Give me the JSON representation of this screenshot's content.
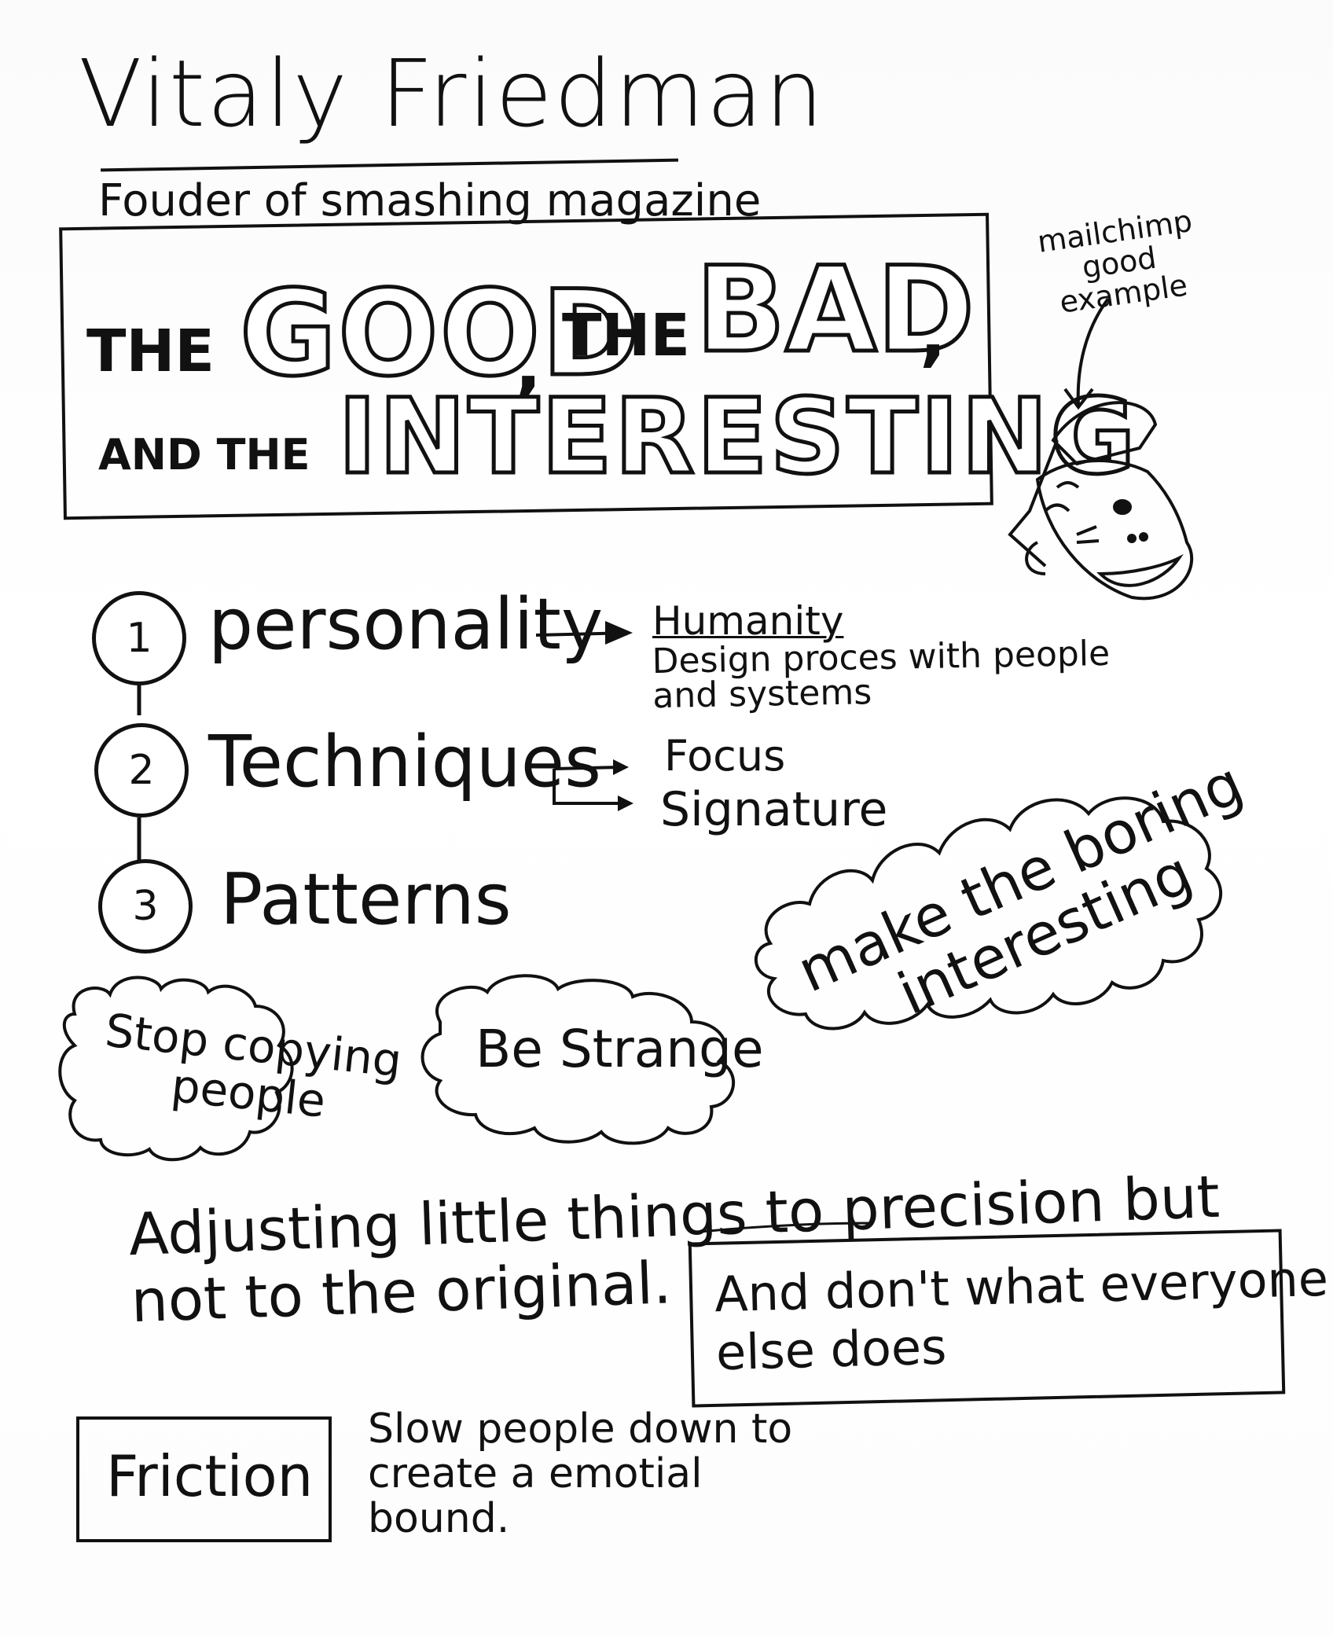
{
  "header": {
    "name": "Vitaly Friedman",
    "subtitle": "Fouder of smashing magazine"
  },
  "banner": {
    "the_1": "THE",
    "good": "GOOD",
    "comma_1": ",",
    "the_2": "THE",
    "bad": "BAD",
    "comma_2": ",",
    "and_the": "AND THE",
    "interesting": "INTERESTING"
  },
  "side_note": {
    "text": "mailchimp\ngood\nexample",
    "illustration_icon": "mailchimp-monkey-icon"
  },
  "outline": {
    "items": [
      {
        "number": "1",
        "label": "personality"
      },
      {
        "number": "2",
        "label": "Techniques"
      },
      {
        "number": "3",
        "label": "Patterns"
      }
    ],
    "humanity": {
      "heading": "Humanity",
      "description": "Design proces with people\nand systems"
    },
    "techniques_branches": [
      "Focus",
      "Signature"
    ]
  },
  "clouds": {
    "stop_copying": "Stop copying\npeople",
    "be_strange": "Be Strange",
    "make_boring": "make the boring\ninteresting"
  },
  "adjusting": {
    "text": "Adjusting little things to precision but\nnot to the original.",
    "boxed": "And don't what everyone\nelse does"
  },
  "friction": {
    "label": "Friction",
    "description": "Slow people down to\ncreate a emotial\nbound."
  },
  "colors": {
    "ink": "#111111",
    "paper": "#ffffff"
  }
}
